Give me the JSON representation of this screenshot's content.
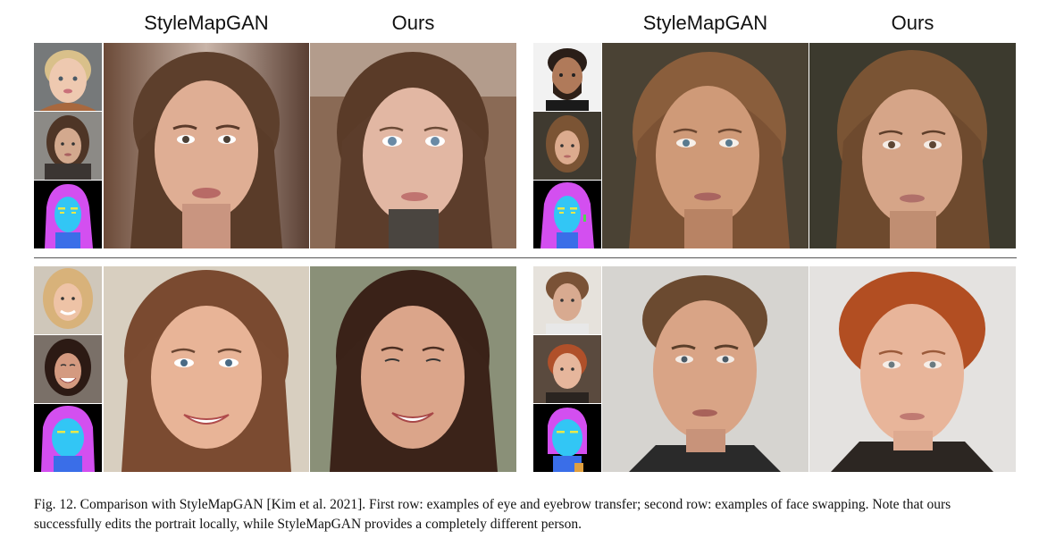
{
  "headers": {
    "left_stylemap": "StyleMapGAN",
    "left_ours": "Ours",
    "right_stylemap": "StyleMapGAN",
    "right_ours": "Ours"
  },
  "caption": "Fig. 12.  Comparison with StyleMapGAN [Kim et al. 2021]. First row: examples of eye and eyebrow transfer; second row: examples of face swapping. Note that ours successfully edits the portrait locally, while StyleMapGAN provides a completely different person.",
  "colors": {
    "seg_bg": "#000000",
    "seg_hair": "#d34ff0",
    "seg_face": "#32c6f5",
    "seg_brow": "#e8e84a",
    "seg_neck": "#3a6ee8"
  }
}
